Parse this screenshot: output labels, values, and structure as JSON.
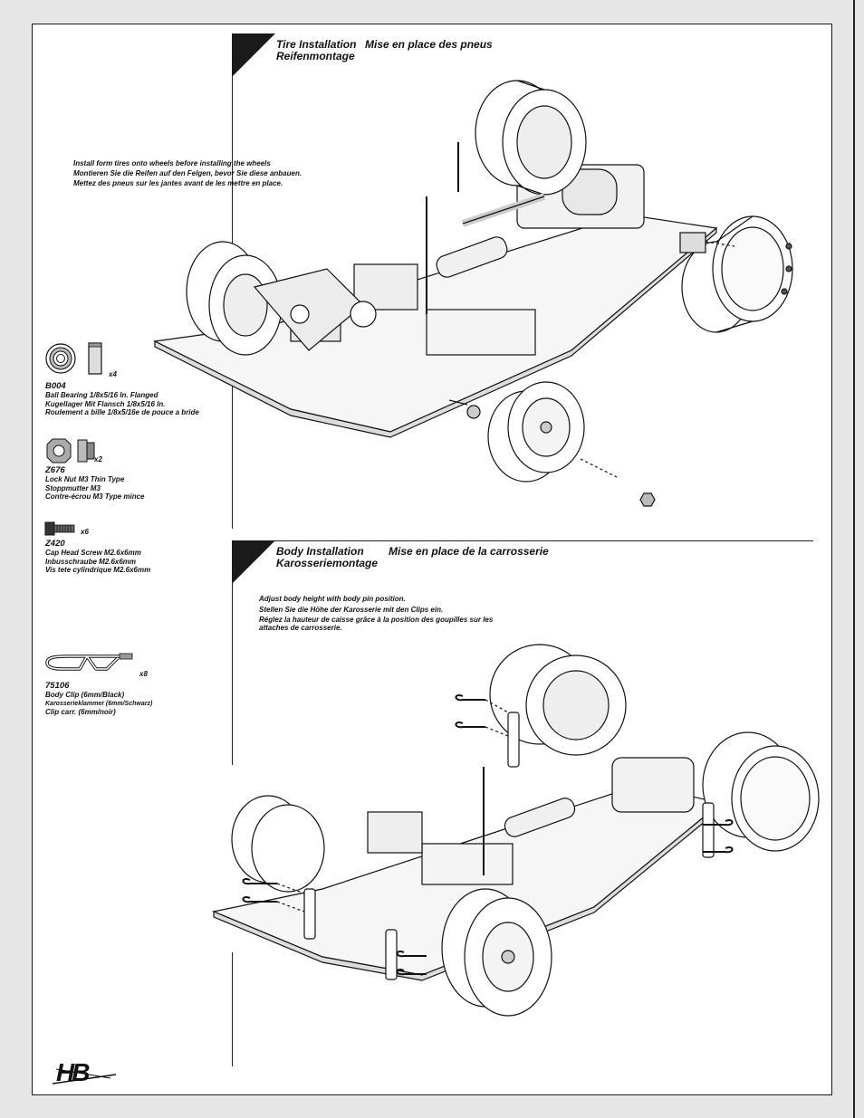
{
  "section1": {
    "title_en": "Tire Installation",
    "title_fr": "Mise en place des pneus",
    "title_de": "Reifenmontage",
    "note": [
      "Install form tires onto wheels before installing the wheels",
      "Montieren Sie die Reifen auf den Felgen, bevor Sie diese anbauen.",
      "Mettez des pneus sur les jantes avant de les mettre en place."
    ]
  },
  "section2": {
    "title_en": "Body Installation",
    "title_fr": "Mise en place de la carrosserie",
    "title_de": "Karosseriemontage",
    "note": [
      "Adjust body height with body pin position.",
      "Stellen Sie die Höhe der Karosserie mit den Clips ein.",
      "Réglez la hauteur de caisse grâce à la position des goupilles sur les",
      "attaches de carrosserie."
    ]
  },
  "parts": [
    {
      "code": "B004",
      "qty": "x4",
      "desc": [
        "Ball Bearing 1/8x5/16 In. Flanged",
        "Kugellager Mit Flansch 1/8x5/16 In.",
        "Roulement a bille 1/8x5/16e de pouce a bride"
      ]
    },
    {
      "code": "Z676",
      "qty": "x2",
      "desc": [
        "Lock Nut M3 Thin Type",
        "Stoppmutter M3",
        "Contre-écrou M3 Type mince"
      ]
    },
    {
      "code": "Z420",
      "qty": "x6",
      "desc": [
        "Cap Head Screw M2.6x6mm",
        "Inbusschraube M2.6x6mm",
        "Vis tete cylindrique M2.6x6mm"
      ]
    },
    {
      "code": "75106",
      "qty": "x8",
      "desc": [
        "Body Clip (6mm/Black)",
        "Karosserieklammer (6mm/Schwarz)",
        "Clip carr. (6mm/noir)"
      ]
    }
  ],
  "logo": {
    "text": "HB"
  }
}
